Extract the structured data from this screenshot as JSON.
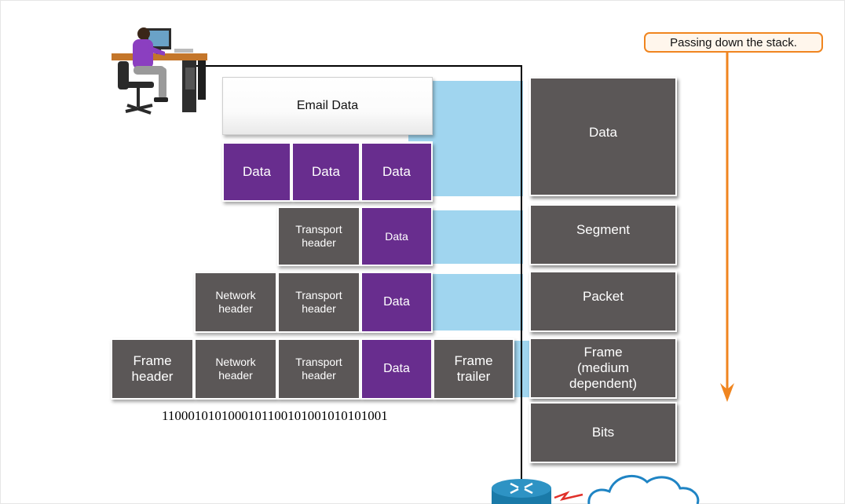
{
  "callout": {
    "text": "Passing down the stack."
  },
  "email_data": "Email Data",
  "row_data": {
    "cells": [
      "Data",
      "Data",
      "Data"
    ]
  },
  "row_segment": {
    "transport_header": "Transport\nheader",
    "data": "Data"
  },
  "row_packet": {
    "network_header": "Network\nheader",
    "transport_header": "Transport\nheader",
    "data": "Data"
  },
  "row_frame": {
    "frame_header": "Frame\nheader",
    "network_header": "Network\nheader",
    "transport_header": "Transport\nheader",
    "data": "Data",
    "frame_trailer": "Frame\ntrailer"
  },
  "bits_string": "1100010101000101100101001010101001",
  "stack": {
    "data": "Data",
    "segment": "Segment",
    "packet": "Packet",
    "frame": "Frame\n(medium\ndependent)",
    "bits": "Bits"
  },
  "colors": {
    "pdu_gray": "#5b5757",
    "data_purple": "#682d8e",
    "flow_blue": "#a0d5ef",
    "arrow_orange": "#f0851f"
  },
  "icons": [
    "user-at-computer-icon",
    "router-icon",
    "cloud-icon",
    "down-arrow-icon"
  ]
}
